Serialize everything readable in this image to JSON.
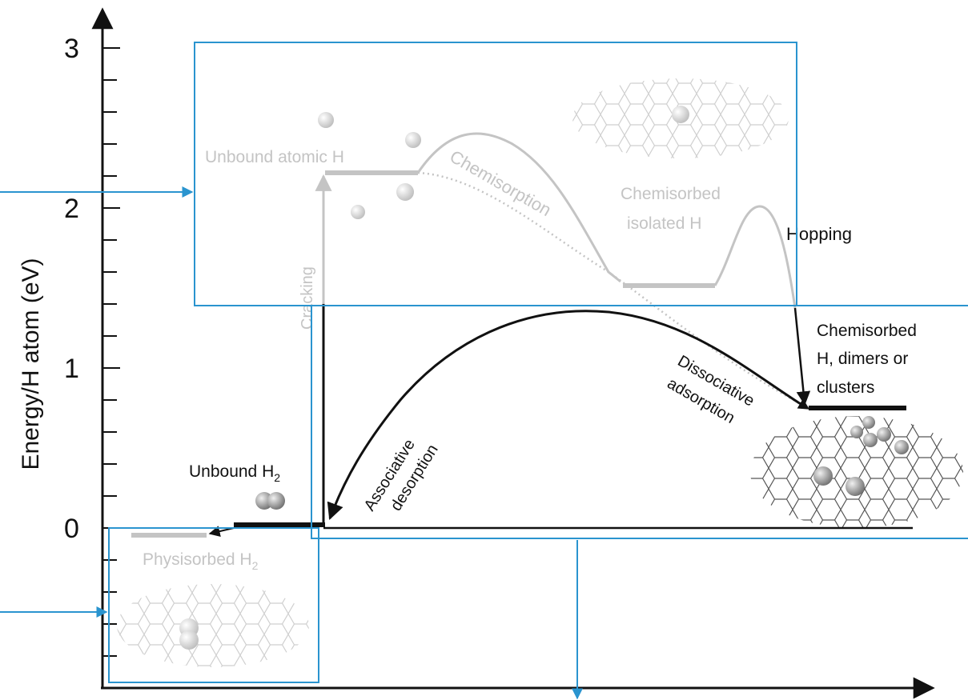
{
  "axis": {
    "ylabel": "Energy/H atom (eV)",
    "yticks": [
      "0",
      "1",
      "2",
      "3"
    ]
  },
  "labels": {
    "unbound_atomic_h": "Unbound atomic H",
    "chemisorption": "Chemisorption",
    "chemisorbed_isolated_line1": "Chemisorbed",
    "chemisorbed_isolated_line2": "isolated H",
    "hopping": "Hopping",
    "cracking": "Cracking",
    "chem_dimers_line1": "Chemisorbed",
    "chem_dimers_line2": "H, dimers or",
    "chem_dimers_line3": "clusters",
    "dissoc_line1": "Dissociative",
    "dissoc_line2": "adsorption",
    "assoc_line1": "Associative",
    "assoc_line2": "desorption",
    "unbound_h2": "Unbound H",
    "unbound_h2_sub": "2",
    "physisorbed_h2": "Physisorbed H",
    "physisorbed_h2_sub": "2"
  },
  "levels_eV": {
    "physisorbed_h2": -0.05,
    "unbound_h2": 0.02,
    "unbound_atomic_h": 2.2,
    "chemisorbed_isolated_h": 1.5,
    "chemisorbed_dimers_clusters": 0.75,
    "associative_barrier_peak": 1.35,
    "chemisorption_barrier_peak": 2.45,
    "hopping_barrier_peak": 2.0
  },
  "colors": {
    "axis": "#111111",
    "faded": "#c4c4c4",
    "highlight_box": "#2a94cf"
  }
}
